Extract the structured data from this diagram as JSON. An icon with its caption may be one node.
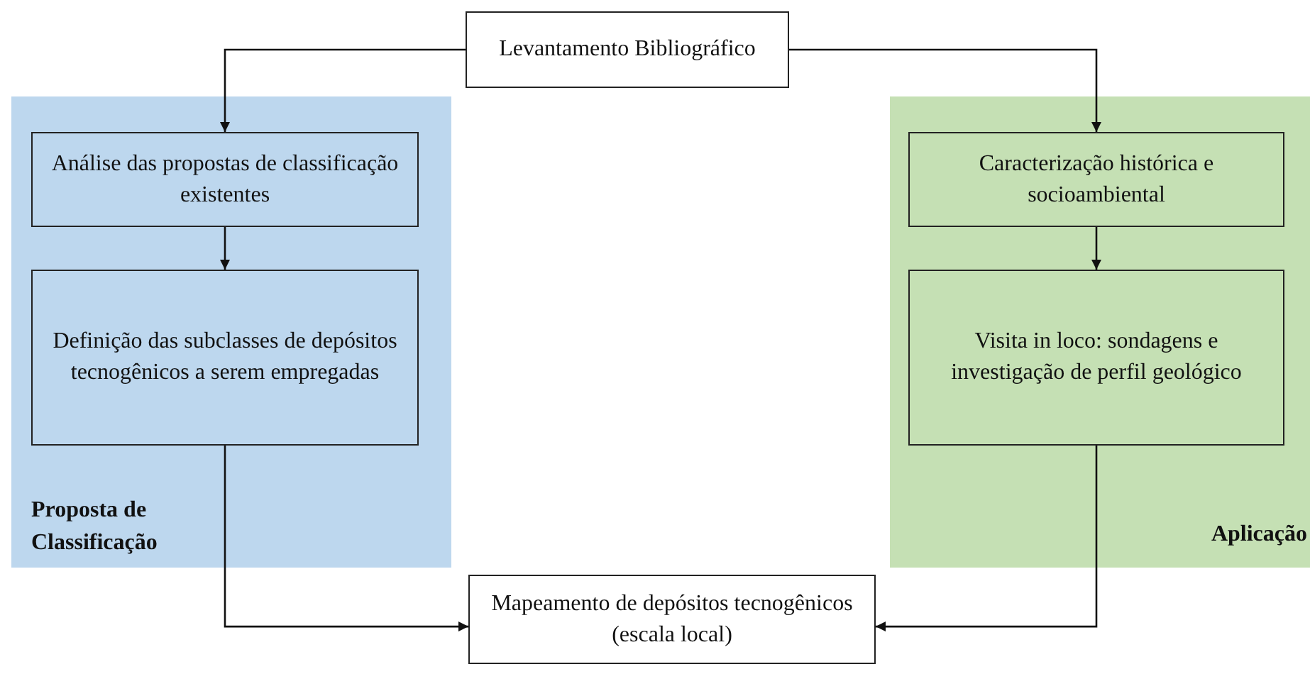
{
  "diagram": {
    "nodes": [
      {
        "text": [
          "Levantamento Bibliográfico"
        ]
      },
      {
        "text": [
          "Proposta de Classificação"
        ]
      },
      {
        "text": [
          "Análise das propostas de classificação existentes"
        ],
        "in": 1
      },
      {
        "text": [
          "Definição das subclasses de depósitos tecnogênicos a serem empregadas"
        ],
        "in": 1
      },
      {
        "text": [
          "Aplicação"
        ]
      },
      {
        "text": [
          "Caracterização histórica e socioambiental"
        ],
        "in": 4
      },
      {
        "text": [
          "Visita in loco: sondagens e investigação de perfil geológico"
        ],
        "in": 4
      },
      {
        "text": [
          "Mapeamento de depósitos tecnogênicos (escala local)"
        ]
      }
    ],
    "edges": [
      {
        "from": 0,
        "to": 2,
        "arrow": "to"
      },
      {
        "from": 0,
        "to": 5,
        "arrow": "to"
      },
      {
        "from": 2,
        "to": 3,
        "arrow": "to"
      },
      {
        "from": 5,
        "to": 6,
        "arrow": "to"
      },
      {
        "from": 3,
        "to": 7,
        "arrow": "to"
      },
      {
        "from": 6,
        "to": 7,
        "arrow": "to"
      }
    ]
  }
}
